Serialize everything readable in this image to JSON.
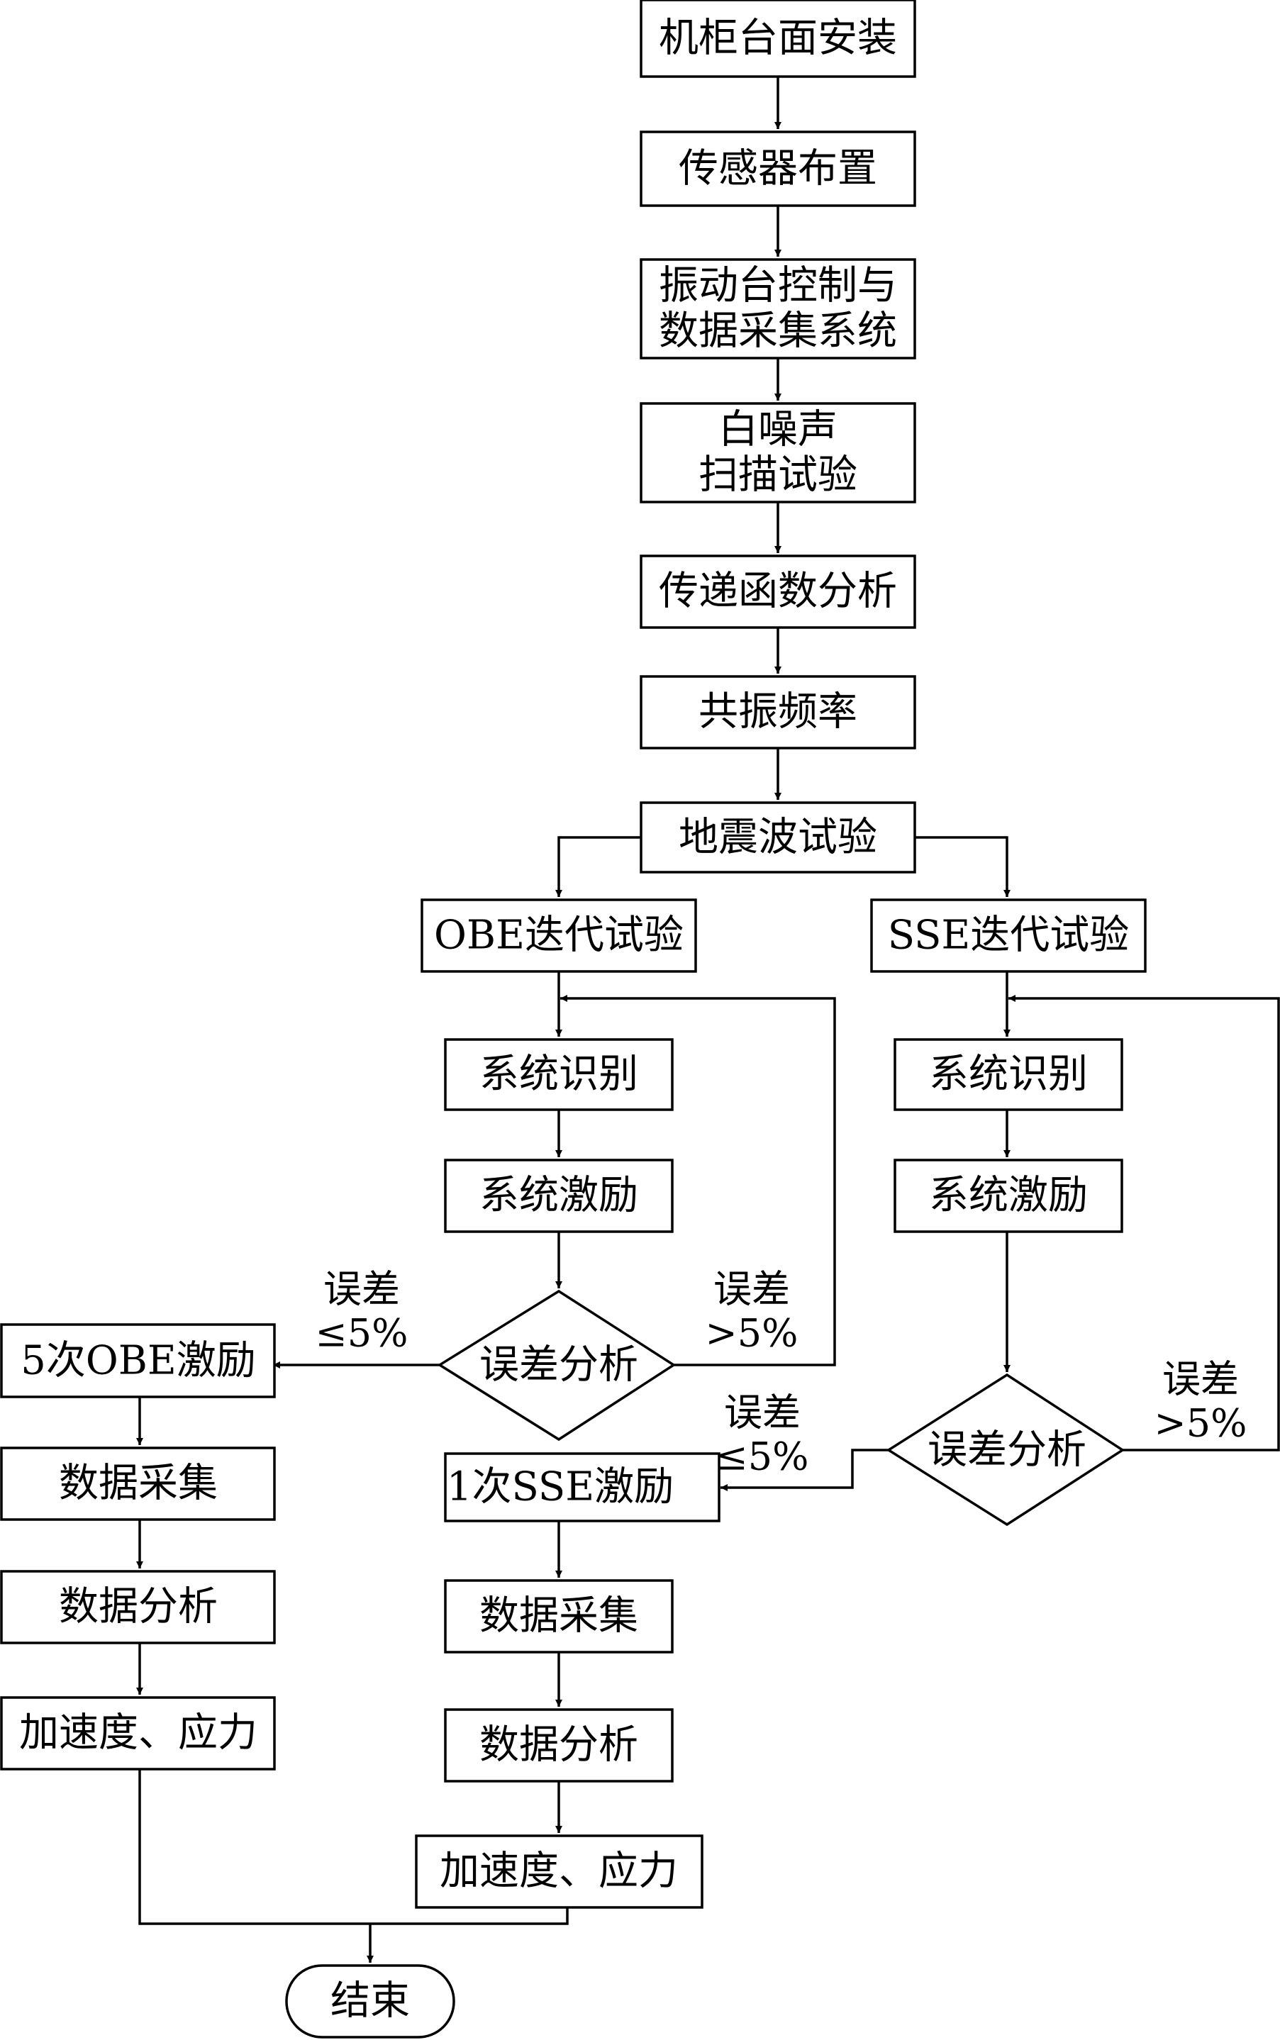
{
  "nodes": {
    "install": "机柜台面安装",
    "sensors": "传感器布置",
    "control_line1": "振动台控制与",
    "control_line2": "数据采集系统",
    "whitenoise_line1": "白噪声",
    "whitenoise_line2": "扫描试验",
    "transfer": "传递函数分析",
    "resonance": "共振频率",
    "seismic": "地震波试验",
    "obe_iter": "OBE迭代试验",
    "sse_iter": "SSE迭代试验",
    "obe_ident": "系统识别",
    "obe_excite": "系统激励",
    "obe_error": "误差分析",
    "sse_ident": "系统识别",
    "sse_excite": "系统激励",
    "sse_error": "误差分析",
    "obe5": "5次OBE激励",
    "obe_collect": "数据采集",
    "obe_analysis": "数据分析",
    "obe_result": "加速度、应力",
    "sse1": "1次SSE激励",
    "sse_collect": "数据采集",
    "sse_analysis": "数据分析",
    "sse_result": "加速度、应力",
    "end": "结束"
  },
  "edge_labels": {
    "obe_ok_line1": "误差",
    "obe_ok_line2": "≤5%",
    "obe_fail_line1": "误差",
    "obe_fail_line2": ">5%",
    "sse_ok_line1": "误差",
    "sse_ok_line2": "≤5%",
    "sse_fail_line1": "误差",
    "sse_fail_line2": ">5%"
  }
}
